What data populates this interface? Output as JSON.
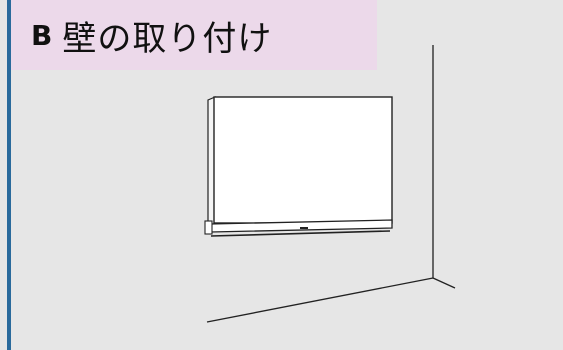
{
  "section": {
    "letter": "B",
    "title": "壁の取り付け"
  },
  "colors": {
    "background": "#e6e6e6",
    "title_background": "#ecd9ea",
    "left_rule": "#2a6a9c",
    "line_art": "#222222",
    "screen": "#ffffff"
  },
  "illustration": {
    "icon": "wall-mounted-tv-illustration"
  }
}
